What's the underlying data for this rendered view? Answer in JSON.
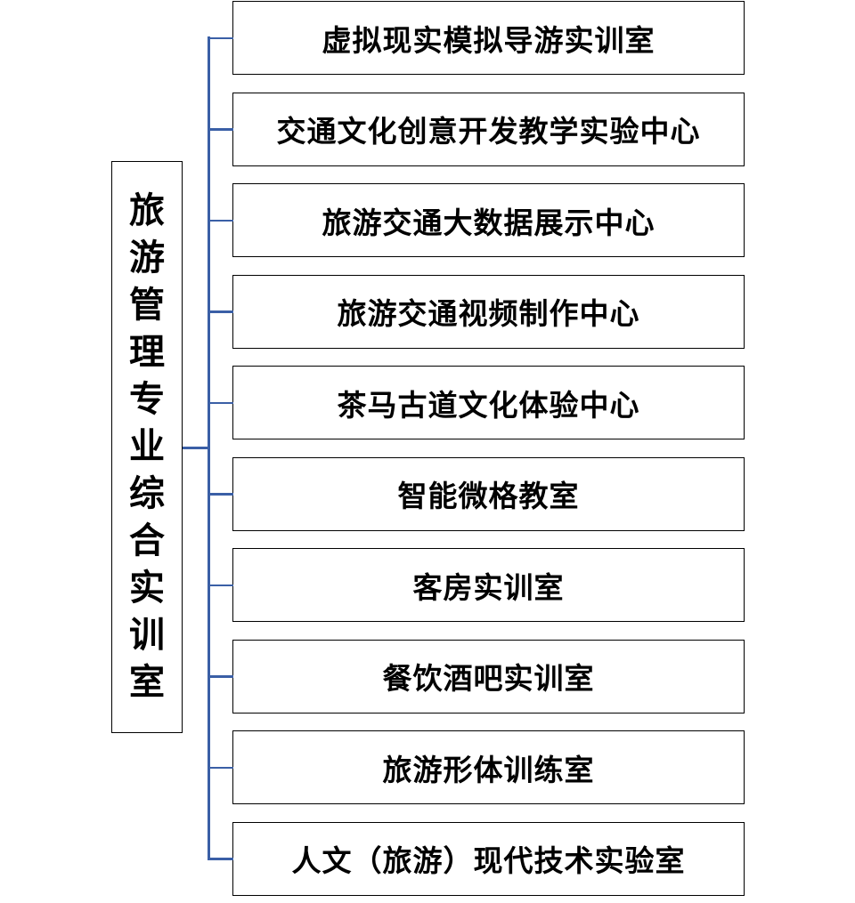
{
  "root": {
    "label": "旅游管理专业综合实训室"
  },
  "line_color": "#3a5fa6",
  "children": [
    "虚拟现实模拟导游实训室",
    "交通文化创意开发教学实验中心",
    "旅游交通大数据展示中心",
    "旅游交通视频制作中心",
    "茶马古道文化体验中心",
    "智能微格教室",
    "客房实训室",
    "餐饮酒吧实训室",
    "旅游形体训练室",
    "人文（旅游）现代技术实验室"
  ]
}
